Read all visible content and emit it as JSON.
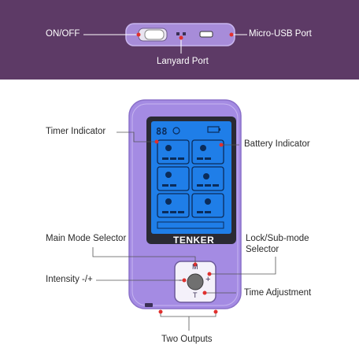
{
  "header_labels": {
    "on_off": "ON/OFF",
    "micro_usb": "Micro-USB Port",
    "lanyard": "Lanyard Port"
  },
  "callouts": {
    "timer": "Timer Indicator",
    "battery": "Battery Indicator",
    "main_mode": "Main Mode Selector",
    "lock_sub_line1": "Lock/Sub-mode",
    "lock_sub_line2": "Selector",
    "intensity": "Intensity -/+",
    "time_adjust": "Time Adjustment",
    "two_outputs": "Two Outputs"
  },
  "device": {
    "brand": "TENKER",
    "timer_digits": "88",
    "button_top": "M",
    "button_bottom": "T",
    "button_left": "-",
    "button_right": "+"
  },
  "colors": {
    "band": "#5d3a66",
    "device_body": "#a58be0",
    "screen": "#1f7ee8",
    "marker": "#e0302e"
  }
}
